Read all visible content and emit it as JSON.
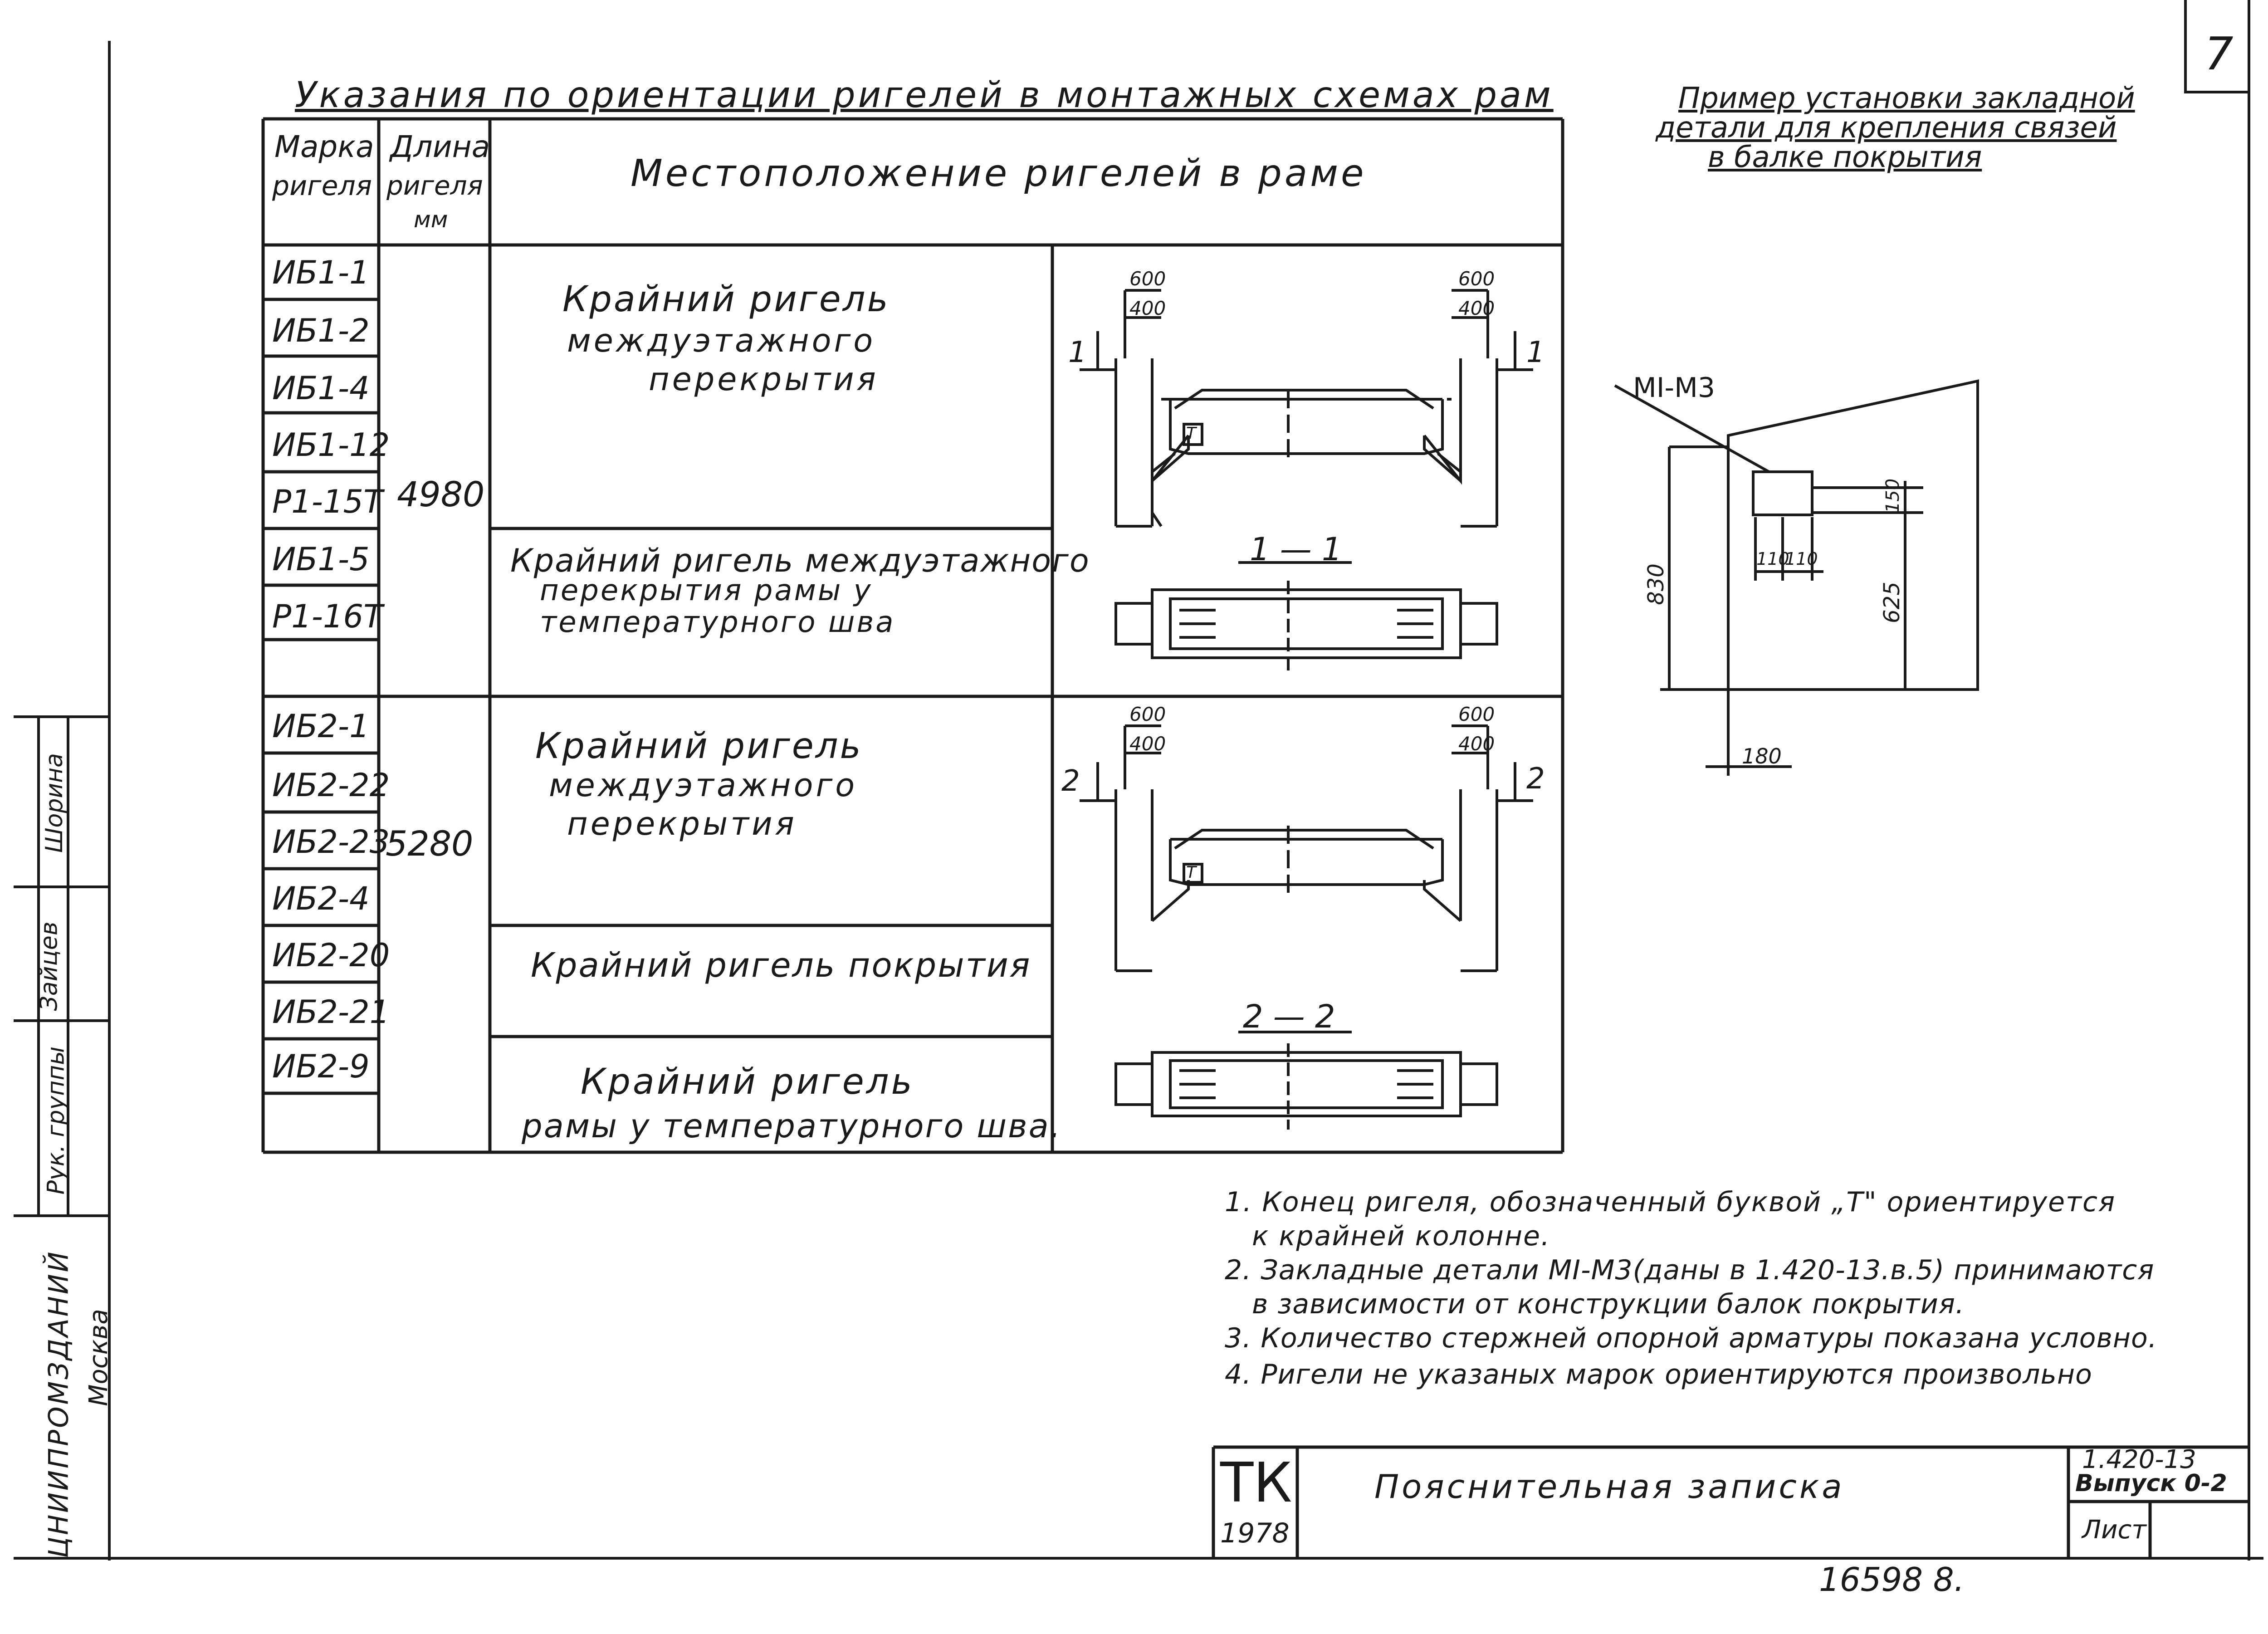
{
  "sheet_number": "7",
  "table": {
    "title": "Указания по ориентации ригелей в монтажных схемах рам",
    "headers": {
      "mark_line1": "Марка",
      "mark_line2": "ригеля",
      "length_line1": "Длина",
      "length_line2": "ригеля",
      "length_line3": "мм",
      "location": "Местоположение ригелей в раме"
    },
    "group1": {
      "marks": [
        "ИБ1-1",
        "ИБ1-2",
        "ИБ1-4",
        "ИБ1-12",
        "Р1-15Т",
        "ИБ1-5",
        "Р1-16Т"
      ],
      "length": "4980",
      "desc1_l1": "Крайний ригель",
      "desc1_l2": "междуэтажного",
      "desc1_l3": "перекрытия",
      "desc2_l1": "Крайний ригель междуэтажного",
      "desc2_l2": "перекрытия рамы у",
      "desc2_l3": "температурного шва"
    },
    "group2": {
      "marks": [
        "ИБ2-1",
        "ИБ2-22",
        "ИБ2-23",
        "ИБ2-4",
        "ИБ2-20",
        "ИБ2-21",
        "ИБ2-9"
      ],
      "length": "5280",
      "desc1_l1": "Крайний ригель",
      "desc1_l2": "междуэтажного",
      "desc1_l3": "перекрытия",
      "desc2": "Крайний ригель покрытия",
      "desc3_l1": "Крайний ригель",
      "desc3_l2": "рамы у температурного шва."
    }
  },
  "drawing1": {
    "dim_600_left": "600",
    "dim_400_left": "400",
    "dim_600_right": "600",
    "dim_400_right": "400",
    "section_mark": "1",
    "section_title": "1 — 1",
    "marker": "Т"
  },
  "drawing2": {
    "dim_600_left": "600",
    "dim_400_left": "400",
    "dim_600_right": "600",
    "dim_400_right": "400",
    "section_mark": "2",
    "section_title": "2 — 2",
    "marker": "Т"
  },
  "example": {
    "title_l1": "Пример установки закладной",
    "title_l2": "детали для крепления связей",
    "title_l3": "в балке покрытия",
    "part_label": "МI-М3",
    "dim_830": "830",
    "dim_625": "625",
    "dim_150": "150",
    "dim_110a": "110",
    "dim_110b": "110",
    "dim_180": "180"
  },
  "notes": [
    "1. Конец ригеля, обозначенный буквой „Т\" ориентируется",
    "к крайней колонне.",
    "2. Закладные детали МI-М3(даны в 1.420-13.в.5) принимаются",
    "в зависимости от конструкции балок покрытия.",
    "3. Количество стержней опорной арматуры показана условно.",
    "4. Ригели не указаных марок ориентируются произвольно"
  ],
  "title_block": {
    "org": "ТК",
    "year": "1978",
    "doc_title": "Пояснительная записка",
    "series": "1.420-13",
    "issue": "Выпуск 0-2",
    "sheet_label": "Лист"
  },
  "side_stamp": {
    "col1": "Рук. группы",
    "col2": "Зайцев",
    "col3": "Шорина",
    "org": "ЦНИИПРОМЗДАНИЙ",
    "city": "Москва"
  },
  "bottom_number": "16598 8."
}
